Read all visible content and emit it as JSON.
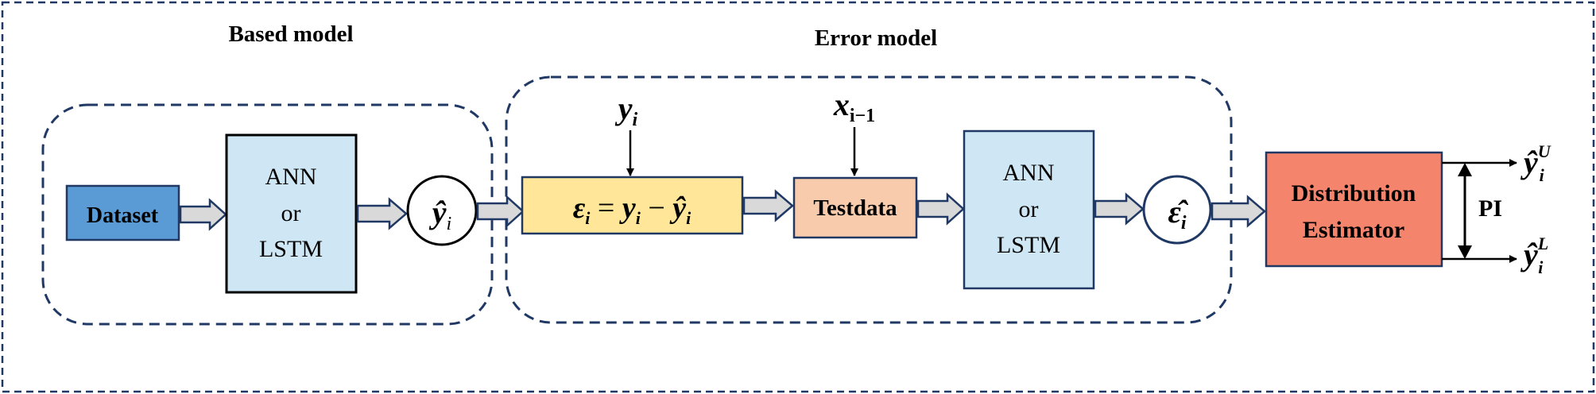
{
  "based_model": {
    "title": "Based model",
    "dataset_label": "Dataset",
    "model_line1": "ANN",
    "model_line2": "or",
    "model_line3": "LSTM",
    "output_symbol": "ŷ",
    "output_sub": "i"
  },
  "error_model": {
    "title": "Error model",
    "input_y": "y",
    "input_y_sub": "i",
    "input_x": "x",
    "input_x_sub": "i−1",
    "eq_eps": "ε",
    "eq_sub": "i",
    "eq_rest_y": "y",
    "eq_rest_yhat": "ŷ",
    "testdata_label": "Testdata",
    "model_line1": "ANN",
    "model_line2": "or",
    "model_line3": "LSTM",
    "output_symbol": "ε̂",
    "output_sub": "i"
  },
  "estimator": {
    "line1": "Distribution",
    "line2": "Estimator",
    "interval_label": "PI",
    "upper_symbol": "ŷ",
    "upper_sub": "i",
    "upper_sup": "U",
    "lower_symbol": "ŷ",
    "lower_sub": "i",
    "lower_sup": "L"
  },
  "colors": {
    "dataset_fill": "#5b9bd5",
    "model_fill": "#cfe7f5",
    "error_eq_fill": "#ffe699",
    "testdata_fill": "#f8cbad",
    "estimator_fill": "#f4846b",
    "dashed_border": "#1f3864",
    "arrow_fill": "#d9d9d9"
  }
}
